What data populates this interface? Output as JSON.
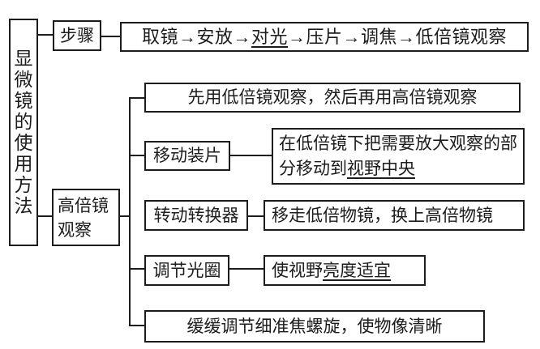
{
  "title": {
    "label": "显微镜的使用方法"
  },
  "steps": {
    "label": "步骤",
    "chain_segments": [
      {
        "text": "取镜→安放→"
      },
      {
        "text": "对光",
        "u": true
      },
      {
        "text": "→压片→调焦→低倍镜观察"
      }
    ]
  },
  "high_power": {
    "label": "高倍镜观察",
    "branches": [
      {
        "name": "low-power-first",
        "segments": [
          {
            "text": "先用低倍镜观察，然后再用高倍镜观察"
          }
        ]
      },
      {
        "name": "move-slide",
        "label": "移动装片",
        "segments": [
          {
            "text": "在低倍镜下把需要放大观察的部分移动到"
          },
          {
            "text": "视野中央",
            "u": true
          }
        ]
      },
      {
        "name": "rotate-nosepiece",
        "label": "转动转换器",
        "segments": [
          {
            "text": "移走低倍物镜，换上高倍物镜"
          }
        ]
      },
      {
        "name": "adjust-diaphragm",
        "label": "调节光圈",
        "segments": [
          {
            "text": "使视野"
          },
          {
            "text": "亮度适宜",
            "u": true
          }
        ]
      },
      {
        "name": "fine-focus",
        "segments": [
          {
            "text": "缓缓调节细准焦螺旋，使物像清晰"
          }
        ]
      }
    ]
  },
  "colors": {
    "line": "#1c1c1c",
    "background": "#ffffff",
    "text": "#1c1c1c"
  }
}
